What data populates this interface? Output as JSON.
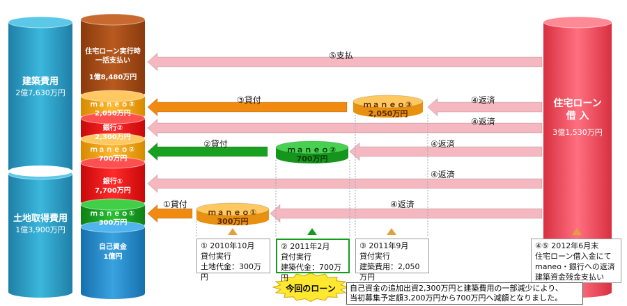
{
  "left_column": {
    "construction": {
      "title": "建築費用",
      "amount": "2億7,630万円"
    },
    "land": {
      "title": "土地取得費用",
      "amount": "1億3,900万円"
    }
  },
  "stack": {
    "lump_title": "住宅ローン実行時\n一括支払い",
    "lump_amount": "1億8,480万円",
    "maneo3_name": "ｍａｎｅｏ③",
    "maneo3_amount": "2,050万円",
    "bank2_name": "銀行②",
    "bank2_amount": "2,300万円",
    "maneo2_name": "ｍａｎｅｏ②",
    "maneo2_amount": "700万円",
    "bank1_name": "銀行①",
    "bank1_amount": "7,700万円",
    "maneo1_name": "ｍａｎｅｏ①",
    "maneo1_amount": "300万円",
    "own_title": "自己資金",
    "own_amount": "1億円"
  },
  "right_column": {
    "title": "住宅ローン\n借 入",
    "amount": "3億1,530万円"
  },
  "arrows": {
    "pay5": "⑤支払",
    "lend3": "③貸付",
    "repay_a": "④返済",
    "repay_b": "④返済",
    "lend2": "②貸付",
    "repay_c": "④返済",
    "repay_d": "④返済",
    "lend1": "①貸付",
    "repay_e": "④返済"
  },
  "middle": {
    "maneo3_name": "ｍａｎｅｏ③",
    "maneo3_amount": "2,050万円",
    "maneo2_name": "ｍａｎｅｏ②",
    "maneo2_amount": "700万円",
    "maneo1_name": "ｍａｎｅｏ①",
    "maneo1_amount": "300万円"
  },
  "notes": {
    "n1": "① 2010年10月\n貸付実行\n土地代金：300万円",
    "n2": "② 2011年2月\n貸付実行\n建築代金：700万円",
    "n3": "③ 2011年9月\n貸付実行\n建築費用：2,050万円",
    "n45": "④⑤ 2012年6月末\n住宅ローン借入金にて\nmaneo・銀行への返済\n建築資金残金支払い"
  },
  "badge": "今回のローン",
  "footnote": "自己資金の追加出資2,300万円と建築費用の一部減少により、\n当初募集予定額3,200万円から700万円へ減額となりました。",
  "colors": {
    "teal": "#2a9fc4",
    "brown": "#a84a14",
    "orange": "#f0a010",
    "red": "#e81010",
    "green": "#139e1c",
    "blue": "#1f86c9",
    "pink_col": "#f05060",
    "arrow_pink": "#f6b8c0",
    "arrow_orange": "#f08a10",
    "arrow_green": "#18a020",
    "triangle": "#e0a040"
  }
}
